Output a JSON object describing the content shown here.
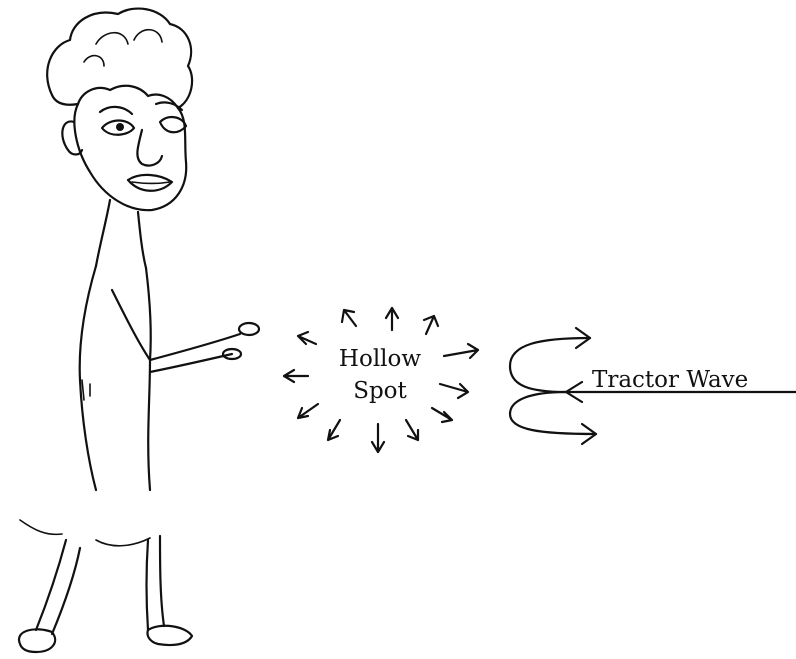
{
  "diagram": {
    "hollow_spot_line1": "Hollow",
    "hollow_spot_line2": "Spot",
    "tractor_wave_label": "Tractor Wave"
  },
  "colors": {
    "ink": "#111111",
    "paper": "#ffffff"
  },
  "icons": {
    "figure": "cartoon-person-drawing",
    "radiating_arrows": "outward-arrow-ring",
    "wave_arrows": "curved-tractor-arrows"
  }
}
